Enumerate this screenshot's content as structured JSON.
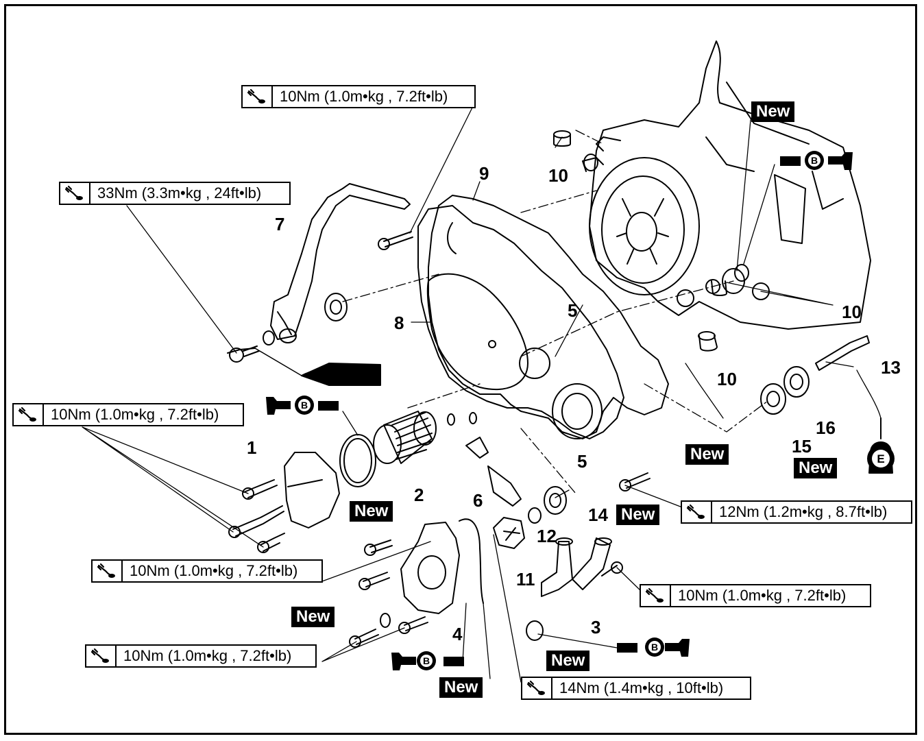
{
  "torque_specs": [
    "10Nm (1.0m•kg , 7.2ft•lb)",
    "33Nm (3.3m•kg , 24ft•lb)",
    "10Nm (1.0m•kg , 7.2ft•lb)",
    "12Nm (1.2m•kg , 8.7ft•lb)",
    "10Nm (1.0m•kg , 7.2ft•lb)",
    "10Nm (1.0m•kg , 7.2ft•lb)",
    "10Nm (1.0m•kg , 7.2ft•lb)",
    "14Nm (1.4m•kg , 10ft•lb)"
  ],
  "new_label": "New",
  "part_numbers": [
    "1",
    "2",
    "3",
    "4",
    "5",
    "5",
    "6",
    "7",
    "8",
    "9",
    "10",
    "10",
    "10",
    "11",
    "12",
    "13",
    "14",
    "15",
    "16"
  ],
  "lubricant_symbols": {
    "grease": "B",
    "oil": "E"
  },
  "icons": [
    "torque-wrench-icon",
    "grease-gun-icon",
    "oil-can-icon",
    "sealant-tube-icon"
  ]
}
